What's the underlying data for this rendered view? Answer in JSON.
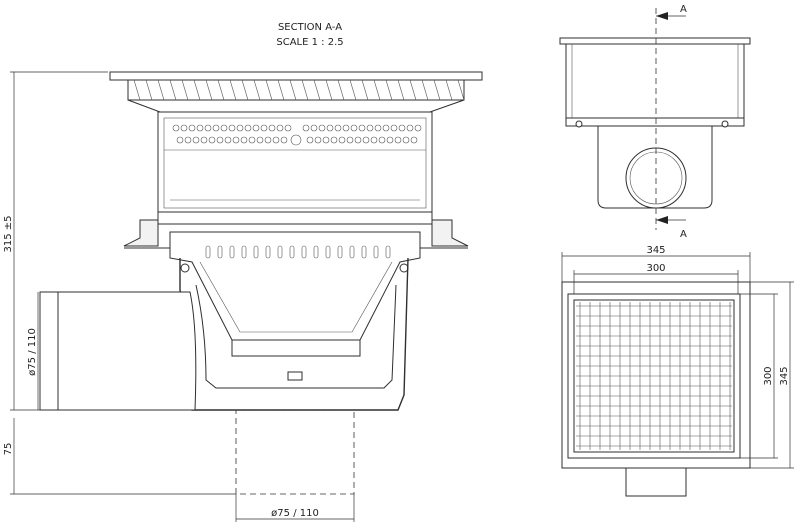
{
  "title": {
    "section": "SECTION A-A",
    "scale": "SCALE 1 : 2.5"
  },
  "section_view": {
    "height_dim": "315 ±5",
    "outlet_horizontal_dim": "ø75 / 110",
    "lower_height_dim": "75",
    "outlet_vertical_dim": "ø75 / 110"
  },
  "side_view": {
    "cut_label_top": "A",
    "cut_label_bottom": "A"
  },
  "plan_view": {
    "outer_width": "345",
    "inner_width": "300",
    "inner_height": "300",
    "outer_height": "345"
  }
}
